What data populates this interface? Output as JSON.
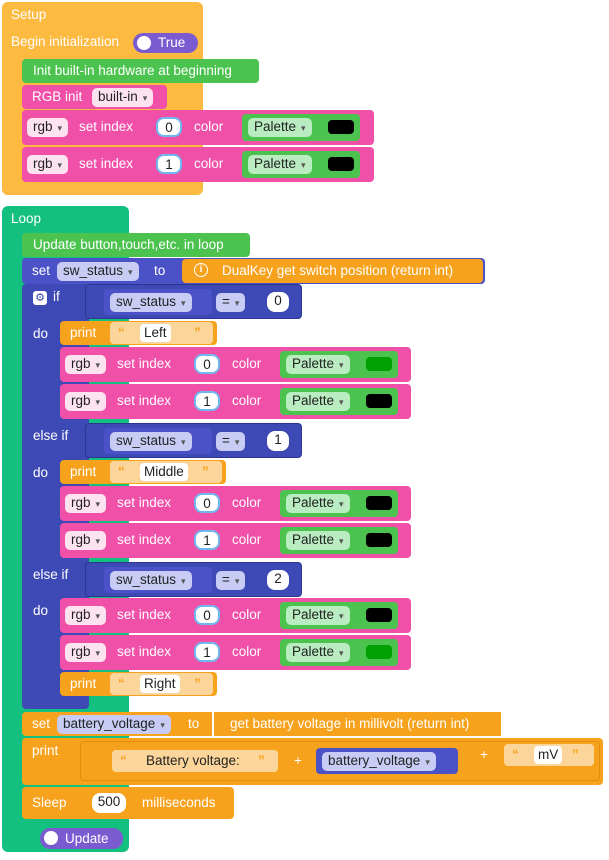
{
  "setup": {
    "title": "Setup",
    "begin_init_label": "Begin initialization",
    "toggle_label": "True",
    "init_hw_label": "Init built-in hardware at beginning",
    "rgb_init_label": "RGB init",
    "rgb_init_option": "built-in",
    "rows": [
      {
        "obj": "rgb",
        "set_index": "set index",
        "index": "0",
        "color_label": "color",
        "palette": "Palette",
        "swatch": "#000000"
      },
      {
        "obj": "rgb",
        "set_index": "set index",
        "index": "1",
        "color_label": "color",
        "palette": "Palette",
        "swatch": "#000000"
      }
    ]
  },
  "loop": {
    "title": "Loop",
    "update_label": "Update button,touch,etc. in loop",
    "set_label": "set",
    "to_label": "to",
    "sw_var": "sw_status",
    "dualkey_label": "DualKey get switch position (return int)",
    "if_label": "if",
    "else_if_label": "else if",
    "do_label": "do",
    "eq_op": "=",
    "print_label": "print",
    "branches": [
      {
        "compare": "0",
        "print": "Left",
        "rows": [
          {
            "obj": "rgb",
            "set_index": "set index",
            "index": "0",
            "color_label": "color",
            "palette": "Palette",
            "swatch": "#00a000"
          },
          {
            "obj": "rgb",
            "set_index": "set index",
            "index": "1",
            "color_label": "color",
            "palette": "Palette",
            "swatch": "#000000"
          }
        ]
      },
      {
        "compare": "1",
        "print": "Middle",
        "rows": [
          {
            "obj": "rgb",
            "set_index": "set index",
            "index": "0",
            "color_label": "color",
            "palette": "Palette",
            "swatch": "#000000"
          },
          {
            "obj": "rgb",
            "set_index": "set index",
            "index": "1",
            "color_label": "color",
            "palette": "Palette",
            "swatch": "#000000"
          }
        ]
      },
      {
        "compare": "2",
        "print": "Right",
        "rows": [
          {
            "obj": "rgb",
            "set_index": "set index",
            "index": "0",
            "color_label": "color",
            "palette": "Palette",
            "swatch": "#000000"
          },
          {
            "obj": "rgb",
            "set_index": "set index",
            "index": "1",
            "color_label": "color",
            "palette": "Palette",
            "swatch": "#00a000"
          }
        ]
      }
    ],
    "battery_var": "battery_voltage",
    "battery_label": "get battery voltage in millivolt (return int)",
    "battery_text": "Battery voltage:",
    "plus": "+",
    "unit_text": "mV",
    "sleep_label": "Sleep",
    "sleep_value": "500",
    "ms_label": "milliseconds",
    "update_toggle_label": "Update"
  }
}
